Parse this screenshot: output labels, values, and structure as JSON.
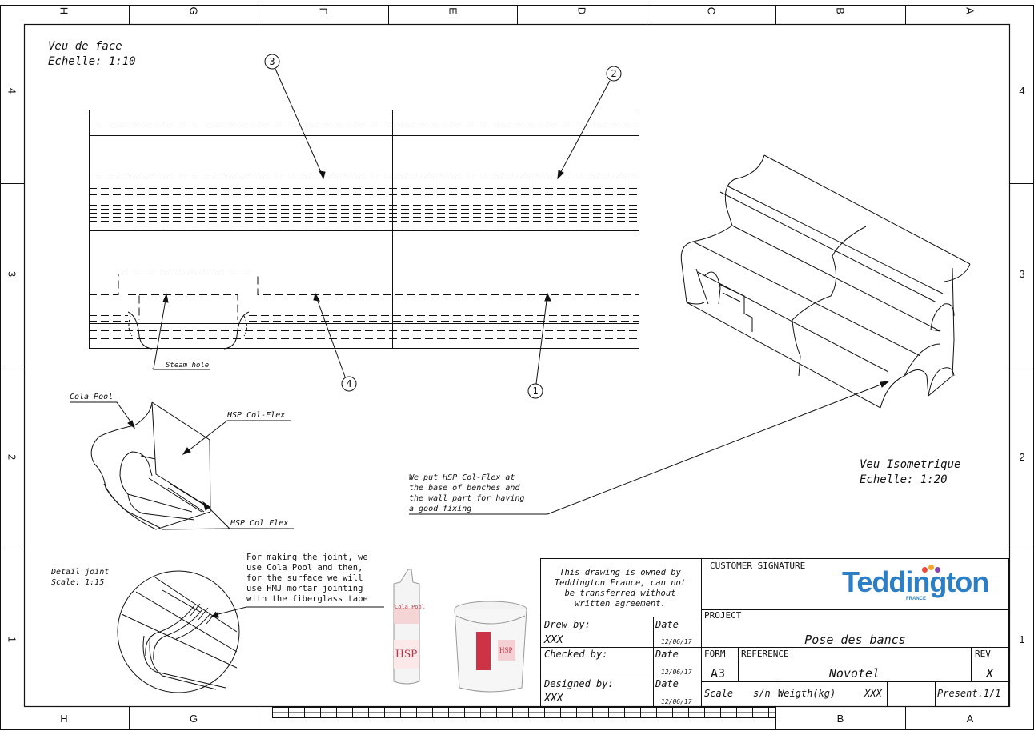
{
  "zones": {
    "columns_top": [
      "H",
      "G",
      "F",
      "E",
      "D",
      "C",
      "B",
      "A"
    ],
    "columns_bottom": [
      "H",
      "G",
      "B",
      "A"
    ],
    "rows_left": [
      "4",
      "3",
      "2",
      "1"
    ],
    "rows_right": [
      "4",
      "3",
      "2",
      "1"
    ]
  },
  "front_view": {
    "title": "Veu de face",
    "scale": "Echelle:  1:10",
    "balloons": [
      "3",
      "2",
      "4",
      "1"
    ],
    "steam_hole_label": "Steam hole"
  },
  "iso_view": {
    "title": "Veu Isometrique",
    "scale": "Echelle:  1:20"
  },
  "detail_view": {
    "label_cola_pool": "Cola Pool",
    "label_col_flex_top": "HSP Col-Flex",
    "label_col_flex_bottom": "HSP Col Flex",
    "note_fixing": "We put HSP Col-Flex at\nthe base of benches and\nthe wall part for having\na good fixing"
  },
  "joint_detail": {
    "title": "Detail joint",
    "scale": "Scale:  1:15",
    "note": "For making the joint, we\nuse Cola Pool and then,\nfor the surface we will\nuse HMJ mortar jointing\nwith the fiberglass tape"
  },
  "products": {
    "cartridge_brand": "Cola Pool",
    "cartridge_logo": "HSP",
    "bucket_logo": "HSP"
  },
  "title_block": {
    "ownership": "This drawing is owned by\nTeddington France, can not\nbe transferred without\nwritten agreement.",
    "customer_signature": "CUSTOMER SIGNATURE",
    "company": "Teddington",
    "company_sub": "FRANCE",
    "project_label": "PROJECT",
    "project_value": "Pose des bancs",
    "drew_by_label": "Drew by:",
    "drew_by_value": "XXX",
    "checked_by_label": "Checked by:",
    "designed_by_label": "Designed by:",
    "designed_by_value": "XXX",
    "date_label": "Date",
    "date_1": "12/06/17",
    "date_2": "12/06/17",
    "date_3": "12/06/17",
    "form_label": "FORM",
    "form_value": "A3",
    "reference_label": "REFERENCE",
    "reference_value": "Novotel",
    "rev_label": "REV",
    "rev_value": "X",
    "scale_label": "Scale",
    "scale_value": "s/n",
    "weight_label": "Weigth(kg)",
    "weight_value": "XXX",
    "present": "Present.1/1"
  },
  "colors": {
    "line": "#111111",
    "logo_blue": "#2c7fc4",
    "logo_dot_1": "#e94b3c",
    "logo_dot_2": "#f5a623",
    "logo_dot_3": "#8e44ad"
  }
}
